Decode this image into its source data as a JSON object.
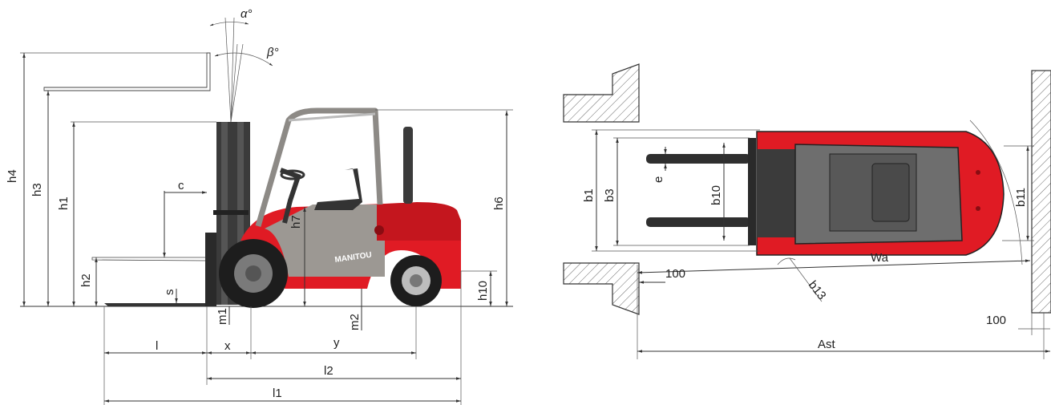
{
  "colors": {
    "body_red": "#e01b24",
    "dark_red": "#b3121a",
    "cab_grey": "#9c9893",
    "mast_dark": "#3b3b3b",
    "tyre": "#1d1d1d",
    "line": "#333333"
  },
  "side_view": {
    "brand": "MANITOU",
    "labels": {
      "h4": "h4",
      "h3": "h3",
      "h1": "h1",
      "h2": "h2",
      "h6": "h6",
      "h7": "h7",
      "h10": "h10",
      "c": "c",
      "s": "s",
      "m1": "m1",
      "m2": "m2",
      "l": "l",
      "x": "x",
      "y": "y",
      "l2": "l2",
      "l1": "l1",
      "alpha": "α°",
      "beta": "β°"
    }
  },
  "top_view": {
    "labels": {
      "b1": "b1",
      "b3": "b3",
      "e": "e",
      "b10": "b10",
      "b11": "b11",
      "b13": "b13",
      "wa": "Wa",
      "ast": "Ast",
      "clearance_left": "100",
      "clearance_right": "100"
    }
  }
}
